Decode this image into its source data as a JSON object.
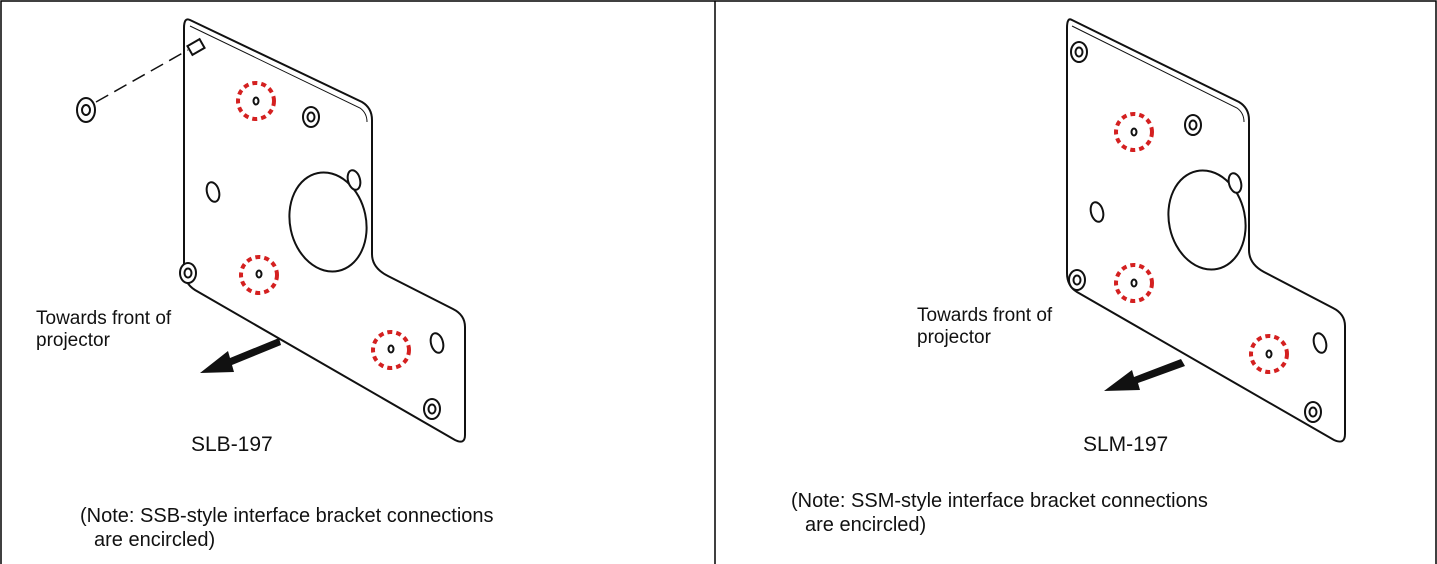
{
  "panels": [
    {
      "model": "SLB-197",
      "front_label_line1": "Towards front of",
      "front_label_line2": "projector",
      "note_line1": "(Note: SSB-style interface bracket connections",
      "note_line2": "are encircled)"
    },
    {
      "model": "SLM-197",
      "front_label_line1": "Towards front of",
      "front_label_line2": "projector",
      "note_line1": "(Note: SSM-style interface bracket connections",
      "note_line2": "are encircled)"
    }
  ],
  "colors": {
    "border": "#000000",
    "line": "#111111",
    "highlight_circle": "#d42020",
    "background": "#ffffff"
  }
}
